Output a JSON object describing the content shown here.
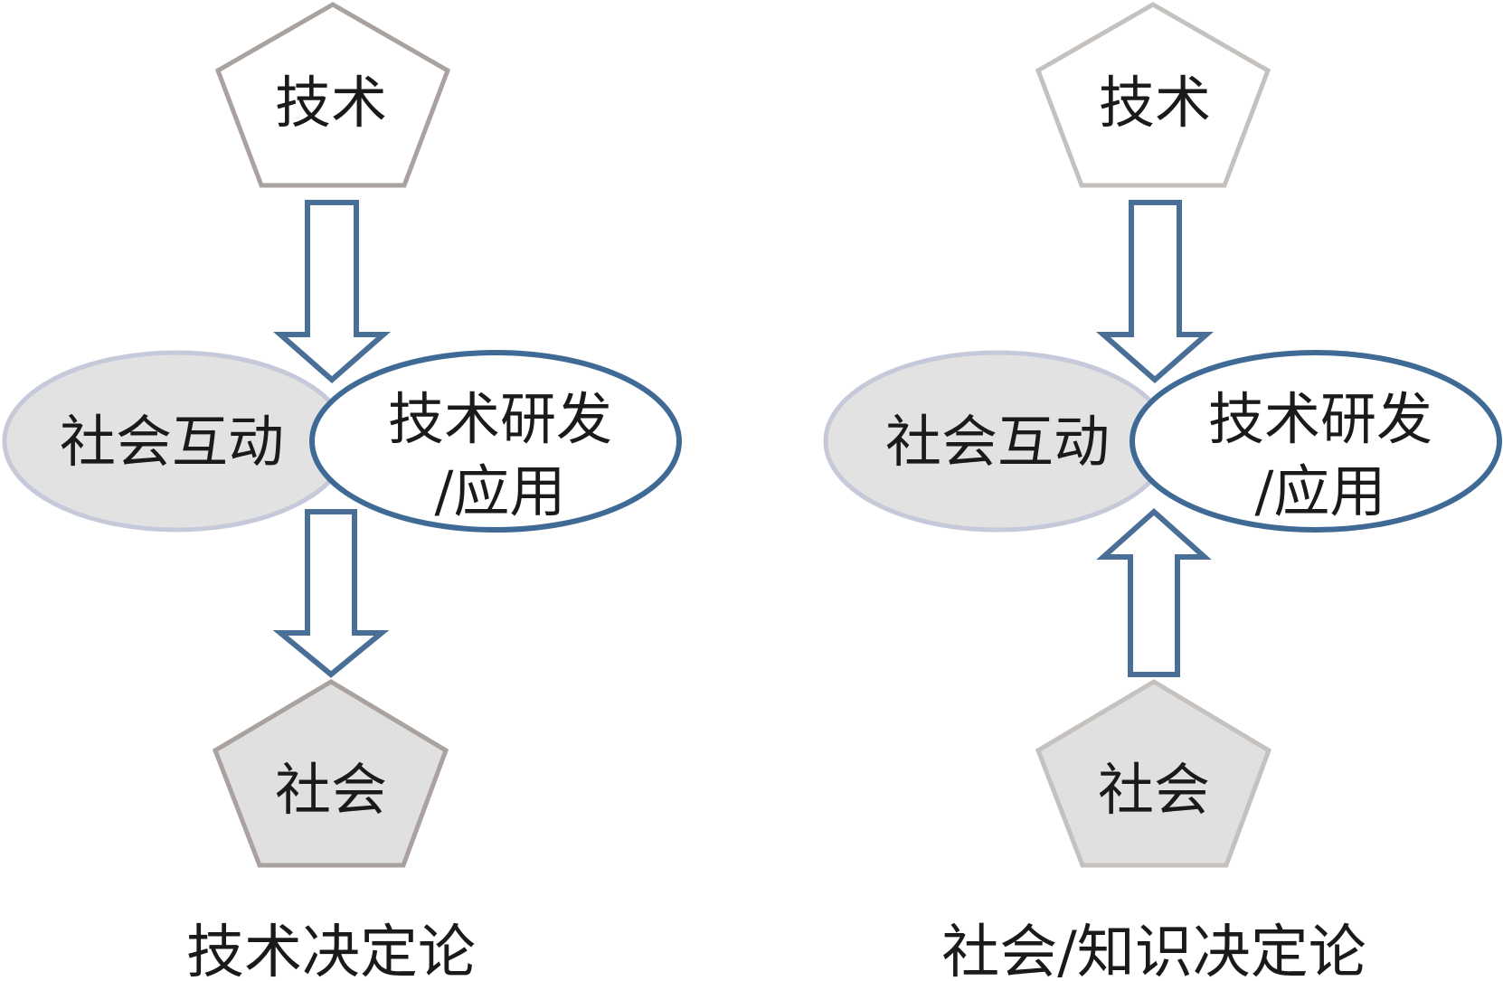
{
  "diagrams": [
    {
      "caption": "技术决定论",
      "top_node": "技术",
      "bottom_node": "社会",
      "left_ellipse": "社会互动",
      "right_ellipse_line1": "技术研发",
      "right_ellipse_line2": "/应用"
    },
    {
      "caption": "社会/知识决定论",
      "top_node": "技术",
      "bottom_node": "社会",
      "left_ellipse": "社会互动",
      "right_ellipse_line1": "技术研发",
      "right_ellipse_line2": "/应用"
    }
  ],
  "colors": {
    "arrow_stroke": "#4a6f96",
    "ellipse_stroke": "#3f6a95",
    "grey_ellipse_fill": "#e3e2e3",
    "grey_ellipse_stroke": "#c5c9da",
    "pentagon_stroke_left": "#a9a29e",
    "pentagon_stroke_right": "#c4c1be",
    "pentagon_fill_bottom": "#e1e0e0"
  }
}
